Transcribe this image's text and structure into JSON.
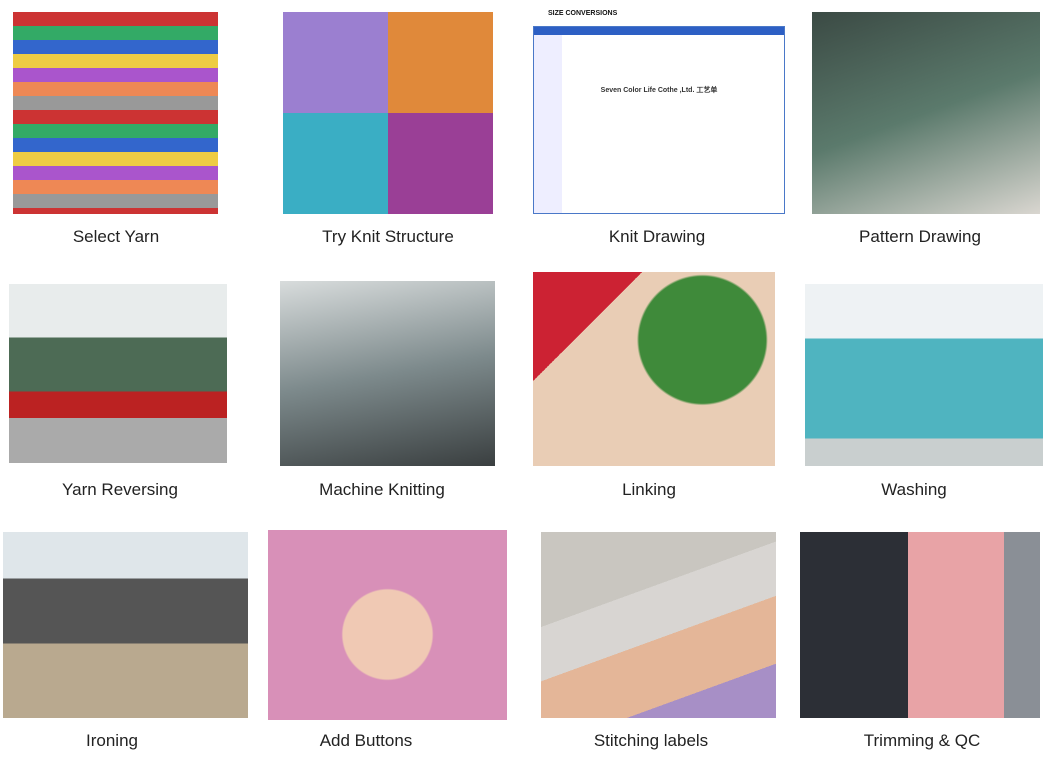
{
  "steps": [
    {
      "label": "Select Yarn"
    },
    {
      "label": "Try Knit Structure"
    },
    {
      "label": "Knit Drawing"
    },
    {
      "label": "Pattern Drawing"
    },
    {
      "label": "Yarn Reversing"
    },
    {
      "label": "Machine Knitting"
    },
    {
      "label": "Linking"
    },
    {
      "label": "Washing"
    },
    {
      "label": "Ironing"
    },
    {
      "label": "Add Buttons"
    },
    {
      "label": "Stitching labels"
    },
    {
      "label": "Trimming & QC"
    }
  ],
  "knit_drawing": {
    "heading": "SIZE CONVERSIONS",
    "company": "Seven Color Life Cothe ,Ltd. 工艺单"
  }
}
